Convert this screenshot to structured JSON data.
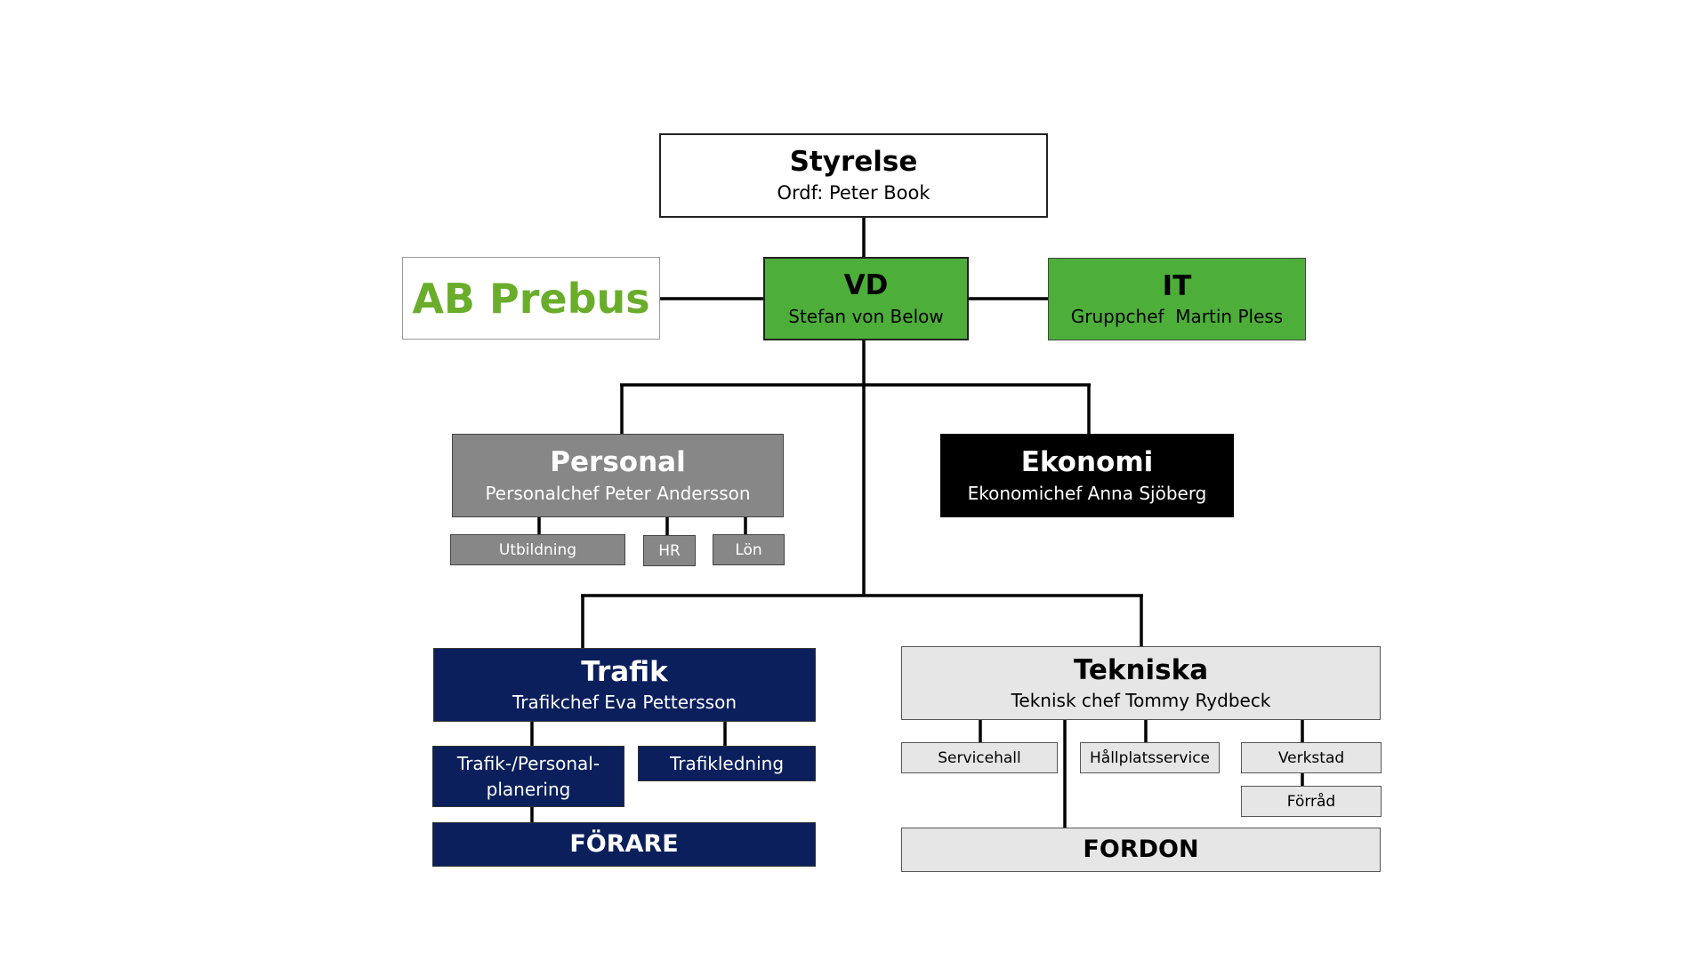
{
  "logo": {
    "text": "AB Prebus"
  },
  "board": {
    "title": "Styrelse",
    "subtitle": "Ordf: Peter Book"
  },
  "ceo": {
    "title": "VD",
    "subtitle": "Stefan von Below"
  },
  "it": {
    "title": "IT",
    "subtitle": "Gruppchef  Martin Pless"
  },
  "personnel": {
    "title": "Personal",
    "subtitle": "Personalchef Peter Andersson",
    "units": [
      "Utbildning",
      "HR",
      "Lön"
    ]
  },
  "finance": {
    "title": "Ekonomi",
    "subtitle": "Ekonomichef Anna Sjöberg"
  },
  "traffic": {
    "title": "Trafik",
    "subtitle": "Trafikchef Eva Pettersson",
    "units": [
      "Trafik-/Personal-\nplanering",
      "Trafikledning"
    ],
    "drivers": "FÖRARE"
  },
  "technical": {
    "title": "Tekniska",
    "subtitle": "Teknisk chef Tommy Rydbeck",
    "units": [
      "Servicehall",
      "Hållplatsservice",
      "Verkstad",
      "Förråd"
    ],
    "vehicles": "FORDON"
  },
  "colors": {
    "green": "#4DAF3A",
    "gray": "#878787",
    "black": "#000000",
    "navy": "#0B1F5C",
    "lightgray": "#E6E6E6",
    "logo_green": "#6AAD2B"
  }
}
